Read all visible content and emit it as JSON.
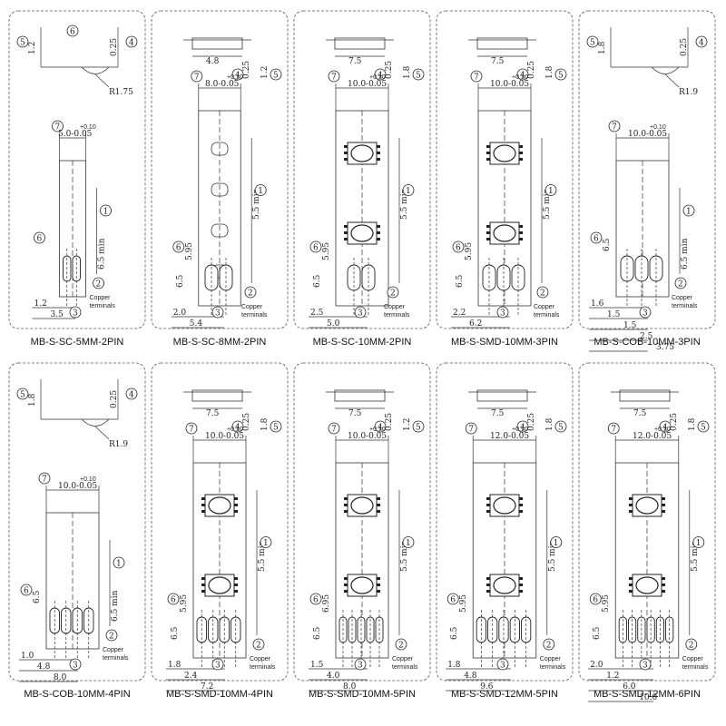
{
  "connectors": [
    {
      "name": "MB-S-SC-5MM-2PIN",
      "view": "radius",
      "radius": "R1.75",
      "top_left": "1.2",
      "top_right": "0.25",
      "width": "5.0",
      "tol_hi": "+0.10",
      "tol_lo": "-0.05",
      "length": "6.5 min",
      "pin": "",
      "bottom": [
        {
          "label": "1.2"
        },
        {
          "label": "3.5"
        }
      ],
      "pins": 2,
      "leds": 0,
      "copper": true
    },
    {
      "name": "MB-S-SC-8MM-2PIN",
      "view": "flat",
      "top_w": "4.8",
      "top_a": "0.25",
      "top_b": "1.2",
      "width": "8.0",
      "tol_hi": "+0.10",
      "tol_lo": "-0.05",
      "length": "5.5 min",
      "pin": "5.95",
      "bottom": [
        {
          "label": "2.0"
        },
        {
          "label": "5.4"
        }
      ],
      "pins": 2,
      "leds": 0,
      "pitch": "6.5",
      "copper": true
    },
    {
      "name": "MB-S-SC-10MM-2PIN",
      "view": "flat",
      "top_w": "7.5",
      "top_a": "0.25",
      "top_b": "1.8",
      "width": "10.0",
      "tol_hi": "+0.10",
      "tol_lo": "-0.05",
      "length": "5.5 min",
      "pin": "5.95",
      "bottom": [
        {
          "label": "2.5"
        },
        {
          "label": "5.0"
        }
      ],
      "pins": 2,
      "leds": 2,
      "pitch": "6.5",
      "copper": true
    },
    {
      "name": "MB-S-SMD-10MM-3PIN",
      "view": "flat",
      "top_w": "7.5",
      "top_a": "0.25",
      "top_b": "1.8",
      "width": "10.0",
      "tol_hi": "+0.10",
      "tol_lo": "-0.05",
      "length": "5.5 min",
      "pin": "5.95",
      "bottom": [
        {
          "label": "2.2"
        },
        {
          "label": "6.2"
        }
      ],
      "pins": 3,
      "leds": 2,
      "pitch": "6.5",
      "copper": true
    },
    {
      "name": "MB-S-COB-10MM-3PIN",
      "view": "radius",
      "radius": "R1.9",
      "top_left": "1.8",
      "top_right": "0.25",
      "width": "10.0",
      "tol_hi": "+0.10",
      "tol_lo": "-0.05",
      "length": "6.5 min",
      "pin": "6.5",
      "bottom": [
        {
          "label": "1.6"
        },
        {
          "label": "1.5"
        },
        {
          "label": "1.5"
        },
        {
          "label": "2.5"
        },
        {
          "label": "3.75"
        }
      ],
      "pins": 3,
      "leds": 0,
      "copper": true
    },
    {
      "name": "MB-S-COB-10MM-4PIN",
      "view": "radius",
      "radius": "R1.9",
      "top_left": "1.8",
      "top_right": "0.25",
      "width": "10.0",
      "tol_hi": "+0.10",
      "tol_lo": "-0.05",
      "length": "6.5 min",
      "pin": "6.5",
      "bottom": [
        {
          "label": "1.0"
        },
        {
          "label": "4.8"
        },
        {
          "label": "8.0"
        }
      ],
      "pins": 4,
      "leds": 0,
      "copper": true
    },
    {
      "name": "MB-S-SMD-10MM-4PIN",
      "view": "flat",
      "top_w": "7.5",
      "top_a": "0.25",
      "top_b": "1.8",
      "width": "10.0",
      "tol_hi": "+0.10",
      "tol_lo": "-0.05",
      "length": "5.5 min",
      "pin": "5.95",
      "bottom": [
        {
          "label": "1.8"
        },
        {
          "label": "2.4"
        },
        {
          "label": "7.2"
        }
      ],
      "pins": 4,
      "leds": 2,
      "pitch": "6.5",
      "copper": true
    },
    {
      "name": "MB-S-SMD-10MM-5PIN",
      "view": "flat",
      "top_w": "7.5",
      "top_a": "0.25",
      "top_b": "1.2",
      "width": "10.0",
      "tol_hi": "+0.10",
      "tol_lo": "-0.05",
      "length": "5.5 min",
      "pin": "6.95",
      "bottom": [
        {
          "label": "1.5"
        },
        {
          "label": "4.0"
        },
        {
          "label": "8.0"
        }
      ],
      "pins": 5,
      "leds": 2,
      "pitch": "6.5",
      "copper": true
    },
    {
      "name": "MB-S-SMD-12MM-5PIN",
      "view": "flat",
      "top_w": "7.5",
      "top_a": "0.25",
      "top_b": "1.8",
      "width": "12.0",
      "tol_hi": "+0.10",
      "tol_lo": "-0.05",
      "length": "5.5 min",
      "pin": "5.95",
      "bottom": [
        {
          "label": "1.8"
        },
        {
          "label": "4.8"
        },
        {
          "label": "9.6"
        }
      ],
      "pins": 5,
      "leds": 2,
      "pitch": "6.5",
      "copper": true
    },
    {
      "name": "MB-S-SMD-12MM-6PIN",
      "view": "flat",
      "top_w": "7.5",
      "top_a": "0.25",
      "top_b": "1.8",
      "width": "12.0",
      "tol_hi": "+0.10",
      "tol_lo": "-0.05",
      "length": "5.5 min",
      "pin": "5.95",
      "bottom": [
        {
          "label": "2.0"
        },
        {
          "label": "1.2"
        },
        {
          "label": "6.0"
        },
        {
          "label": "10.0"
        }
      ],
      "pins": 6,
      "leds": 2,
      "pitch": "6.5",
      "copper": true
    }
  ],
  "copper_label_1": "Copper",
  "copper_label_2": "terminals",
  "circled": {
    "1": "1",
    "2": "2",
    "3": "3",
    "4": "4",
    "5": "5",
    "6": "6",
    "7": "7"
  }
}
